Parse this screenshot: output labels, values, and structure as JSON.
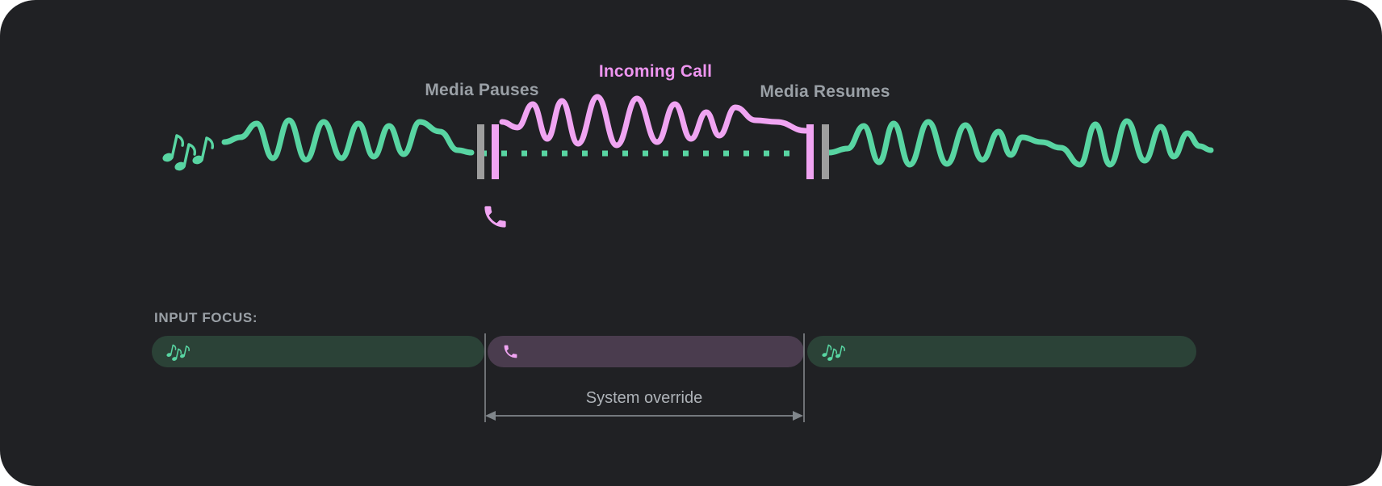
{
  "diagram": {
    "title_labels": {
      "media_pauses": "Media Pauses",
      "incoming_call": "Incoming Call",
      "media_resumes": "Media Resumes"
    },
    "icons": {
      "media": "music-notes-icon",
      "call": "phone-icon",
      "span": "double-headed-arrow-icon"
    },
    "colors": {
      "page_bg": "#ffffff",
      "panel_bg": "#202124",
      "media_green": "#58d5a2",
      "call_pink": "#f0a4f2",
      "call_pink_text": "#ee95f0",
      "label_gray": "#9aa0a6",
      "marker_gray": "#9e9e9e",
      "focus_media_bg": "#2b4237",
      "focus_call_bg": "#4a3c4e",
      "divider_gray": "#888c90",
      "annotation_gray": "#aeb3b8",
      "arrow_gray": "#80868b"
    }
  },
  "input_focus": {
    "label": "INPUT FOCUS:",
    "annotation": "System override",
    "segments": [
      {
        "name": "media-before",
        "icon": "music-notes-icon"
      },
      {
        "name": "call-override",
        "icon": "phone-icon"
      },
      {
        "name": "media-after",
        "icon": "music-notes-icon"
      }
    ]
  }
}
